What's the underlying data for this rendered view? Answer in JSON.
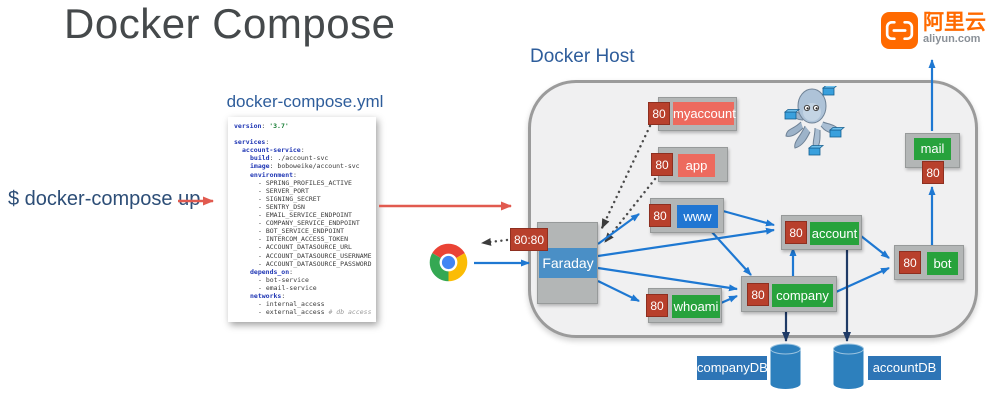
{
  "title": "Docker Compose",
  "brand": {
    "name_cn": "阿里云",
    "domain": "aliyun.com"
  },
  "command": "$ docker-compose up",
  "compose_file": {
    "label": "docker-compose.yml",
    "lines": [
      {
        "i": 0,
        "t": [
          [
            "k",
            "version"
          ],
          [
            "p",
            ": "
          ],
          [
            "s",
            "'3.7'"
          ]
        ]
      },
      {
        "i": 0,
        "t": []
      },
      {
        "i": 0,
        "t": [
          [
            "k",
            "services"
          ],
          [
            "p",
            ":"
          ]
        ]
      },
      {
        "i": 1,
        "t": [
          [
            "k",
            "account-service"
          ],
          [
            "p",
            ":"
          ]
        ]
      },
      {
        "i": 2,
        "t": [
          [
            "k",
            "build"
          ],
          [
            "p",
            ": ./account-svc"
          ]
        ]
      },
      {
        "i": 2,
        "t": [
          [
            "k",
            "image"
          ],
          [
            "p",
            ": boboweike/account-svc"
          ]
        ]
      },
      {
        "i": 2,
        "t": [
          [
            "k",
            "environment"
          ],
          [
            "p",
            ":"
          ]
        ]
      },
      {
        "i": 3,
        "t": [
          [
            "p",
            "- SPRING_PROFILES_ACTIVE"
          ]
        ]
      },
      {
        "i": 3,
        "t": [
          [
            "p",
            "- SERVER_PORT"
          ]
        ]
      },
      {
        "i": 3,
        "t": [
          [
            "p",
            "- SIGNING_SECRET"
          ]
        ]
      },
      {
        "i": 3,
        "t": [
          [
            "p",
            "- SENTRY_DSN"
          ]
        ]
      },
      {
        "i": 3,
        "t": [
          [
            "p",
            "- EMAIL_SERVICE_ENDPOINT"
          ]
        ]
      },
      {
        "i": 3,
        "t": [
          [
            "p",
            "- COMPANY_SERVICE_ENDPOINT"
          ]
        ]
      },
      {
        "i": 3,
        "t": [
          [
            "p",
            "- BOT_SERVICE_ENDPOINT"
          ]
        ]
      },
      {
        "i": 3,
        "t": [
          [
            "p",
            "- INTERCOM_ACCESS_TOKEN"
          ]
        ]
      },
      {
        "i": 3,
        "t": [
          [
            "p",
            "- ACCOUNT_DATASOURCE_URL"
          ]
        ]
      },
      {
        "i": 3,
        "t": [
          [
            "p",
            "- ACCOUNT_DATASOURCE_USERNAME"
          ]
        ]
      },
      {
        "i": 3,
        "t": [
          [
            "p",
            "- ACCOUNT_DATASOURCE_PASSWORD"
          ]
        ]
      },
      {
        "i": 2,
        "t": [
          [
            "k",
            "depends_on"
          ],
          [
            "p",
            ":"
          ]
        ]
      },
      {
        "i": 3,
        "t": [
          [
            "p",
            "- bot-service"
          ]
        ]
      },
      {
        "i": 3,
        "t": [
          [
            "p",
            "- email-service"
          ]
        ]
      },
      {
        "i": 2,
        "t": [
          [
            "k",
            "networks"
          ],
          [
            "p",
            ":"
          ]
        ]
      },
      {
        "i": 3,
        "t": [
          [
            "p",
            "- internal_access"
          ]
        ]
      },
      {
        "i": 3,
        "t": [
          [
            "p",
            "- external_access "
          ],
          [
            "c",
            "# db access"
          ]
        ]
      }
    ]
  },
  "host": {
    "label": "Docker Host"
  },
  "gateway": {
    "label": "Faraday",
    "port_mapping": "80:80"
  },
  "services": {
    "myaccount": {
      "port": "80",
      "label": "myaccount"
    },
    "app": {
      "port": "80",
      "label": "app"
    },
    "www": {
      "port": "80",
      "label": "www"
    },
    "whoami": {
      "port": "80",
      "label": "whoami"
    },
    "company": {
      "port": "80",
      "label": "company"
    },
    "account": {
      "port": "80",
      "label": "account"
    },
    "bot": {
      "port": "80",
      "label": "bot"
    },
    "mail": {
      "port": "80",
      "label": "mail"
    }
  },
  "databases": {
    "company": {
      "label": "companyDB"
    },
    "account": {
      "label": "accountDB"
    }
  },
  "colors": {
    "heading_blue": "#2e5d9b",
    "arrow_blue": "#1e78d2",
    "arrow_red": "#e15a4f",
    "arrow_navy": "#1f3a66",
    "badge_red": "#b8402c",
    "label_salmon": "#ed6a5e",
    "label_green": "#27a23c",
    "label_blue": "#2176d2",
    "db_blue": "#2e75b6",
    "brand_orange": "#ff6a00"
  }
}
